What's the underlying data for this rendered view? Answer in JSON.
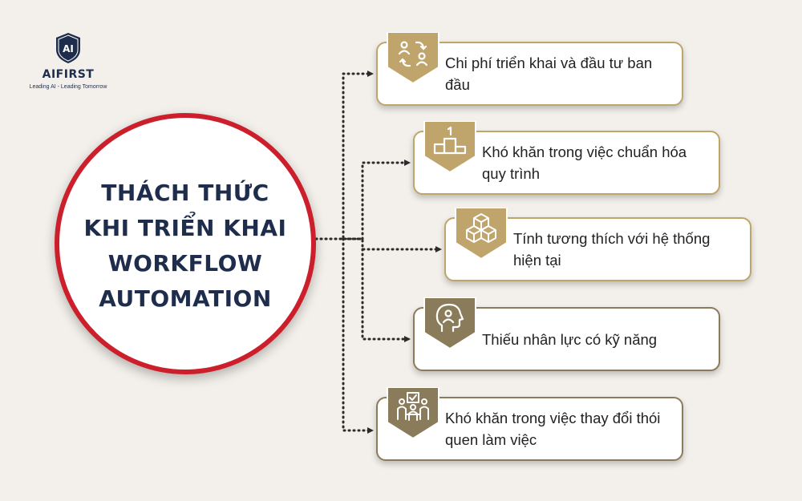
{
  "brand": {
    "logo_mark": "AI",
    "name": "AIFIRST",
    "tagline": "Leading AI - Leading Tomorrow"
  },
  "hub": {
    "title_lines": [
      "THÁCH THỨC",
      "KHI TRIỂN KHAI",
      "WORKFLOW",
      "AUTOMATION"
    ]
  },
  "challenges": [
    {
      "text": "Chi phí triển khai và đầu tư ban đầu",
      "icon": "people-cost-icon"
    },
    {
      "text": "Khó khăn trong việc chuẩn hóa quy trình",
      "icon": "podium-icon"
    },
    {
      "text": "Tính tương thích với hệ thống hiện tại",
      "icon": "cubes-icon"
    },
    {
      "text": "Thiếu nhân lực có kỹ năng",
      "icon": "head-person-icon"
    },
    {
      "text": "Khó khăn trong việc thay đổi thói quen làm việc",
      "icon": "team-checklist-icon"
    }
  ],
  "colors": {
    "background": "#f3f0eb",
    "hub_ring": "#cc1f2b",
    "hub_text": "#1f2d4d",
    "gold": "#bfa46b",
    "olive": "#8a7b5a"
  }
}
